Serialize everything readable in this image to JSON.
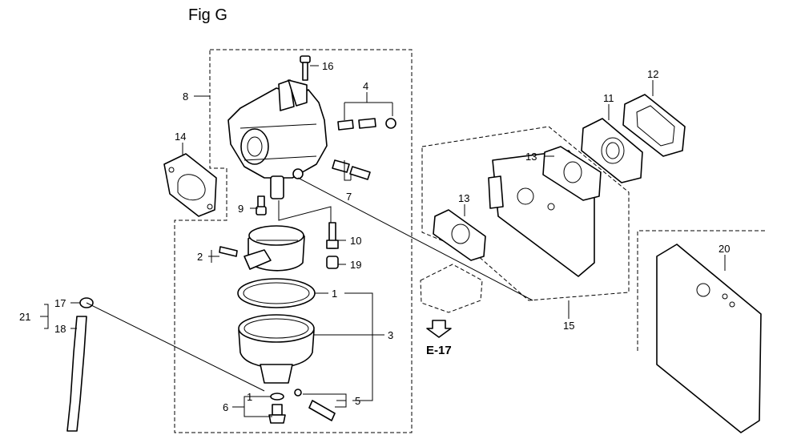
{
  "figure_title": "Fig G",
  "reference": "E-17",
  "callouts": {
    "c1a": "1",
    "c1b": "1",
    "c2": "2",
    "c3": "3",
    "c4": "4",
    "c5": "5",
    "c6": "6",
    "c7": "7",
    "c8": "8",
    "c9": "9",
    "c10": "10",
    "c11": "11",
    "c12": "12",
    "c13a": "13",
    "c13b": "13",
    "c14": "14",
    "c15": "15",
    "c16": "16",
    "c17": "17",
    "c18": "18",
    "c19": "19",
    "c20": "20",
    "c21": "21"
  }
}
